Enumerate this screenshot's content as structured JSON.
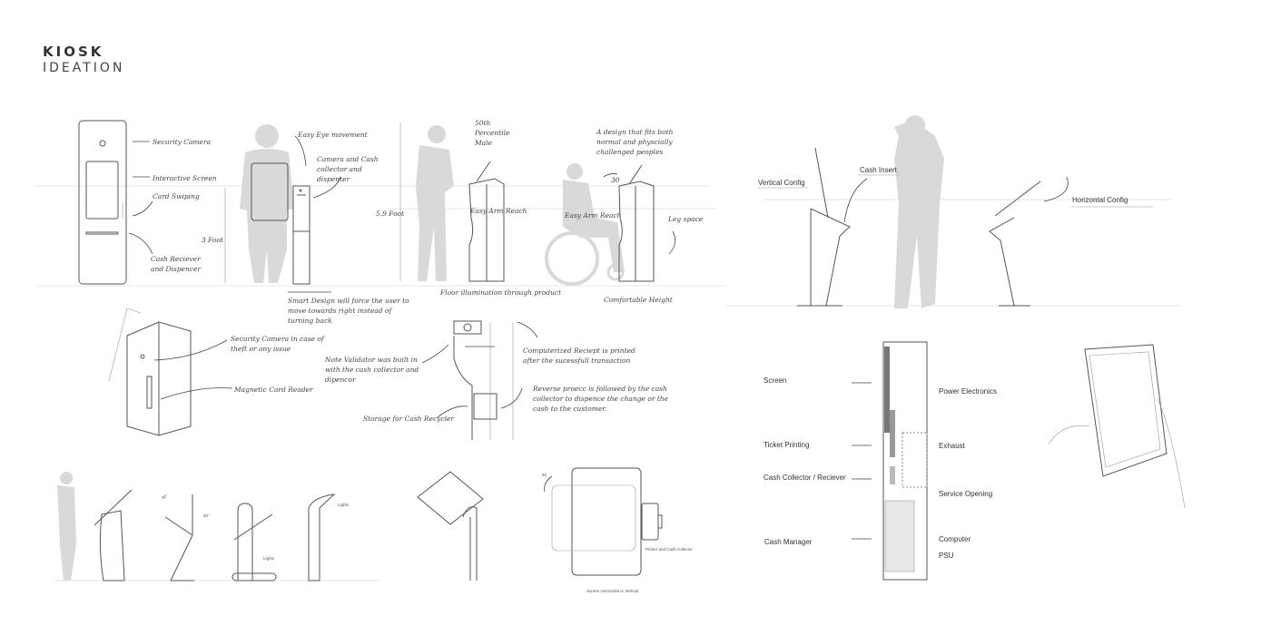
{
  "header": {
    "title": "KIOSK",
    "subtitle": "IDEATION"
  },
  "sketch_front": {
    "labels": {
      "security_camera": "Security Camera",
      "interactive_screen": "Interactive Screen",
      "card_swiping": "Card Swiping",
      "height": "3 Foot",
      "cash_receiver": "Cash Reciever and Dispencer"
    }
  },
  "sketch_user_front": {
    "labels": {
      "eye_movement": "Easy Eye movement",
      "camera_cash": "Camera and Cash collector and dispenter",
      "smart_design": "Smart Design will force the user to move towards right instead of turning back"
    }
  },
  "sketch_side_male": {
    "labels": {
      "height": "5.9 Foot",
      "percentile": "50th Percentile Male",
      "arm_reach": "Easy Arm Reach",
      "floor_illumination": "Floor illumination through product"
    }
  },
  "sketch_wheelchair": {
    "labels": {
      "design_fit": "A design that fits both normal and physcially challenged peoples",
      "angle": "30",
      "arm_reach": "Easy Arm Reach",
      "leg_space": "Leg space",
      "comfortable_height": "Comfortable Height"
    }
  },
  "sketch_detail": {
    "labels": {
      "security_camera": "Security Camera in case of theft or any issue",
      "card_reader": "Magnetic Card Reader"
    }
  },
  "sketch_flow": {
    "labels": {
      "note_validator": "Note Validator was built in with the cash collector and dipencor",
      "receipt": "Computerized Reciept is printed after the sucessfull transaction",
      "reverse": "Reverse proecc is followed by the cash collector to dispence the change or the cash to the customer.",
      "storage": "Storage for Cash Recycler"
    }
  },
  "sketch_variants": {
    "labels": {
      "angle_a": "90°",
      "angle_b": "90°",
      "lights_1": "Lights",
      "lights_2": "Lights"
    }
  },
  "sketch_rotate": {
    "labels": {
      "angle": "90",
      "printer": "Printer and Cash collector",
      "caption": "Screen Horizontal or Vertical"
    }
  },
  "config_view": {
    "labels": {
      "vertical": "Vertical Config",
      "cash_insert": "Cash Insert",
      "horizontal": "Horizontal Config"
    }
  },
  "section_view": {
    "left_labels": [
      "Screen",
      "Ticket Printing",
      "Cash Collector / Reciever",
      "Cash Manager"
    ],
    "right_labels": [
      "Power Electronics",
      "Exhaust",
      "Service Opening",
      "Computer",
      "PSU"
    ]
  }
}
